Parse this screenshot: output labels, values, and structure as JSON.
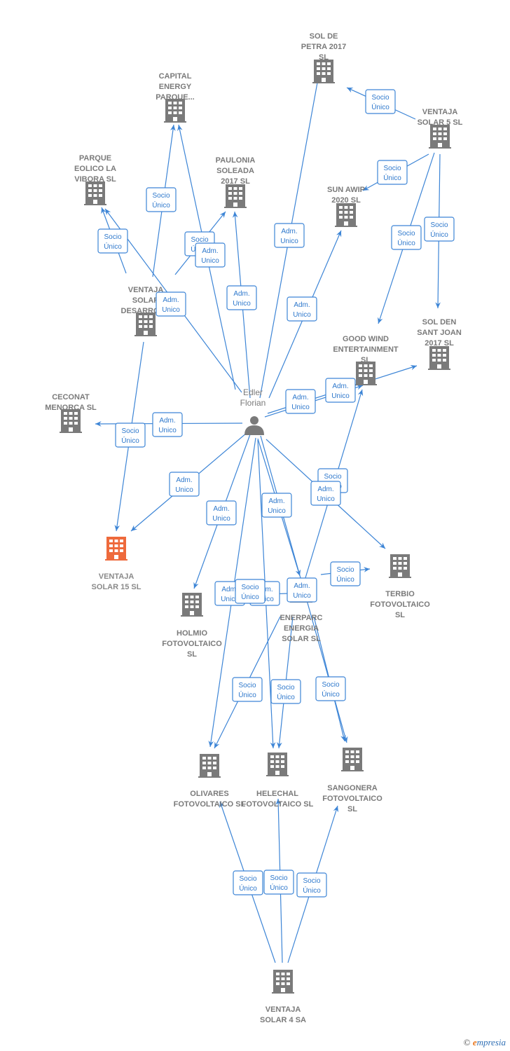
{
  "colors": {
    "edge": "#3d85d6",
    "building": "#7a7a7a",
    "highlight": "#ee6a3c"
  },
  "person": {
    "id": "edler",
    "name": [
      "Edler",
      "Florian"
    ],
    "icon": "person-icon"
  },
  "nodes": [
    {
      "id": "sol_petra",
      "label": [
        "SOL DE",
        "PETRA 2017",
        "SL"
      ]
    },
    {
      "id": "capital",
      "label": [
        "CAPITAL",
        "ENERGY",
        "PARQUE..."
      ]
    },
    {
      "id": "ventaja5",
      "label": [
        "VENTAJA",
        "SOLAR 5  SL"
      ]
    },
    {
      "id": "parque",
      "label": [
        "PARQUE",
        "EOLICO LA",
        "VIBORA  SL"
      ]
    },
    {
      "id": "paulonia",
      "label": [
        "PAULONIA",
        "SOLEADA",
        "2017  SL"
      ]
    },
    {
      "id": "sunawip",
      "label": [
        "SUN AWIP",
        "2020  SL"
      ]
    },
    {
      "id": "ventaja_des",
      "label": [
        "VENTAJA",
        "SOLAR",
        "DESARROL..."
      ]
    },
    {
      "id": "solden",
      "label": [
        "SOL DEN",
        "SANT JOAN",
        "2017  SL"
      ]
    },
    {
      "id": "goodwind",
      "label": [
        "GOOD WIND",
        "ENTERTAINMENT",
        "SL"
      ]
    },
    {
      "id": "ceconat",
      "label": [
        "CECONAT",
        "MENORCA SL"
      ]
    },
    {
      "id": "ventaja15",
      "label": [
        "VENTAJA",
        "SOLAR 15  SL"
      ],
      "highlight": true
    },
    {
      "id": "terbio",
      "label": [
        "TERBIO",
        "FOTOVOLTAICO",
        "SL"
      ]
    },
    {
      "id": "holmio",
      "label": [
        "HOLMIO",
        "FOTOVOLTAICO",
        "SL"
      ]
    },
    {
      "id": "enerparc",
      "label": [
        "ENERPARC",
        "ENERGIA",
        "SOLAR  SL"
      ]
    },
    {
      "id": "olivares",
      "label": [
        "OLIVARES",
        "FOTOVOLTAICO SL"
      ]
    },
    {
      "id": "helechal",
      "label": [
        "HELECHAL",
        "FOTOVOLTAICO SL"
      ]
    },
    {
      "id": "sangonera",
      "label": [
        "SANGONERA",
        "FOTOVOLTAICO",
        "SL"
      ]
    },
    {
      "id": "ventaja4",
      "label": [
        "VENTAJA",
        "SOLAR 4 SA"
      ]
    }
  ],
  "edge_labels": [
    {
      "id": "ventaja5_solpetra",
      "text": [
        "Socio",
        "Único"
      ]
    },
    {
      "id": "ventaja5_sunawip",
      "text": [
        "Socio",
        "Único"
      ]
    },
    {
      "id": "ventaja5_goodwind",
      "text": [
        "Socio",
        "Único"
      ]
    },
    {
      "id": "ventaja5_solden",
      "text": [
        "Socio",
        "Único"
      ]
    },
    {
      "id": "edler_solpetra",
      "text": [
        "Adm.",
        "Unico"
      ]
    },
    {
      "id": "edler_sunawip",
      "text": [
        "Adm.",
        "Unico"
      ]
    },
    {
      "id": "edler_paulonia",
      "text": [
        "Adm.",
        "Unico"
      ]
    },
    {
      "id": "des_capital",
      "text": [
        "Socio",
        "Único"
      ]
    },
    {
      "id": "des_parque",
      "text": [
        "Socio",
        "Único"
      ]
    },
    {
      "id": "des_paulonia",
      "text": [
        "Socio",
        "Único"
      ]
    },
    {
      "id": "edler_paulonia2",
      "text": [
        "Adm.",
        "Unico"
      ]
    },
    {
      "id": "edler_parque",
      "text": [
        "Adm.",
        "Unico"
      ]
    },
    {
      "id": "edler_goodwind",
      "text": [
        "Adm.",
        "Unico"
      ]
    },
    {
      "id": "edler_solden",
      "text": [
        "Adm.",
        "Unico"
      ]
    },
    {
      "id": "edler_ceconat",
      "text": [
        "Adm.",
        "Unico"
      ]
    },
    {
      "id": "des_ventaja15",
      "text": [
        "Socio",
        "Único"
      ]
    },
    {
      "id": "edler_ventaja15",
      "text": [
        "Adm.",
        "Unico"
      ]
    },
    {
      "id": "edler_holmio",
      "text": [
        "Adm.",
        "Unico"
      ]
    },
    {
      "id": "edler_enerparc",
      "text": [
        "Adm.",
        "Unico"
      ]
    },
    {
      "id": "goodwind_enerparc",
      "text": [
        "Socio",
        "Único"
      ]
    },
    {
      "id": "edler_terbio",
      "text": [
        "Adm.",
        "Unico"
      ]
    },
    {
      "id": "enerparc_terbio",
      "text": [
        "Socio",
        "Único"
      ]
    },
    {
      "id": "enerparc_holmio_a",
      "text": [
        "Adm.",
        "Unico"
      ]
    },
    {
      "id": "enerparc_holmio_b",
      "text": [
        "Adm.",
        "Unico"
      ]
    },
    {
      "id": "enerparc_holmio_c",
      "text": [
        "Socio",
        "Único"
      ]
    },
    {
      "id": "edler_enerparc2",
      "text": [
        "Adm.",
        "Unico"
      ]
    },
    {
      "id": "enerparc_olivares",
      "text": [
        "Socio",
        "Único"
      ]
    },
    {
      "id": "enerparc_helechal",
      "text": [
        "Socio",
        "Único"
      ]
    },
    {
      "id": "enerparc_sangonera",
      "text": [
        "Socio",
        "Único"
      ]
    },
    {
      "id": "v4_olivares",
      "text": [
        "Socio",
        "Único"
      ]
    },
    {
      "id": "v4_helechal",
      "text": [
        "Socio",
        "Único"
      ]
    },
    {
      "id": "v4_sangonera",
      "text": [
        "Socio",
        "Único"
      ]
    }
  ],
  "footer": {
    "copyright": "©",
    "brand_initial": "e",
    "brand_rest": "mpresia"
  }
}
